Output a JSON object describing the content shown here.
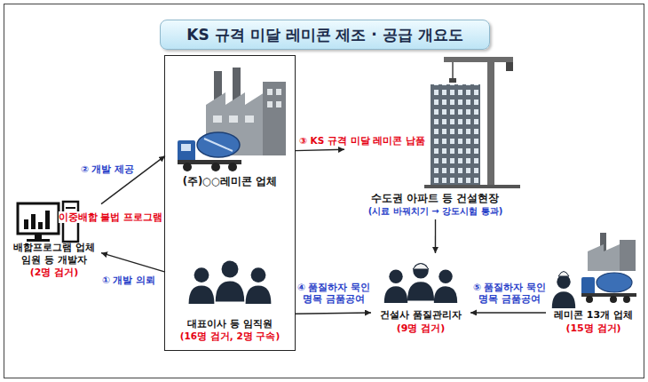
{
  "diagram": {
    "title": "KS 규격 미달 레미콘 제조 · 공급 개요도",
    "nodes": [
      {
        "text": [
          "배합프로그램 업체 임원 등 개발자",
          "(2명 검거)"
        ]
      },
      {
        "text": []
      },
      {
        "text": [
          "(주)○○레미콘 업체"
        ],
        "in": 1
      },
      {
        "text": [
          "대표이사 등 임직원",
          "(16명 검거, 2명 구속)"
        ],
        "in": 1
      },
      {
        "text": [
          "수도권 아파트 등 건설현장",
          "(시료 바꿔치기 → 강도시험 통과)"
        ]
      },
      {
        "text": [
          "건설사 품질관리자",
          "(9명 검거)"
        ]
      },
      {
        "text": [
          "레미콘 13개 업체",
          "(15명 검거)"
        ]
      }
    ],
    "edges": [
      {
        "from": 3,
        "to": 0,
        "arrow": "to",
        "label": "① 개발 의뢰"
      },
      {
        "from": 0,
        "to": 2,
        "arrow": "to",
        "label": "② 개발 제공"
      },
      {
        "from": 2,
        "to": 4,
        "arrow": "to",
        "label": "③ KS 규격 미달 레미콘 납품"
      },
      {
        "from": 4,
        "to": 5,
        "arrow": "to"
      },
      {
        "from": 3,
        "to": 5,
        "arrow": "to",
        "label": "④ 품질하자 묵인 명목 금품공여"
      },
      {
        "from": 6,
        "to": 5,
        "arrow": "to",
        "label": "⑤ 품질하자 묵인 명목 금품공여"
      }
    ],
    "labels": [
      "이중배합 불법 프로그램"
    ]
  }
}
